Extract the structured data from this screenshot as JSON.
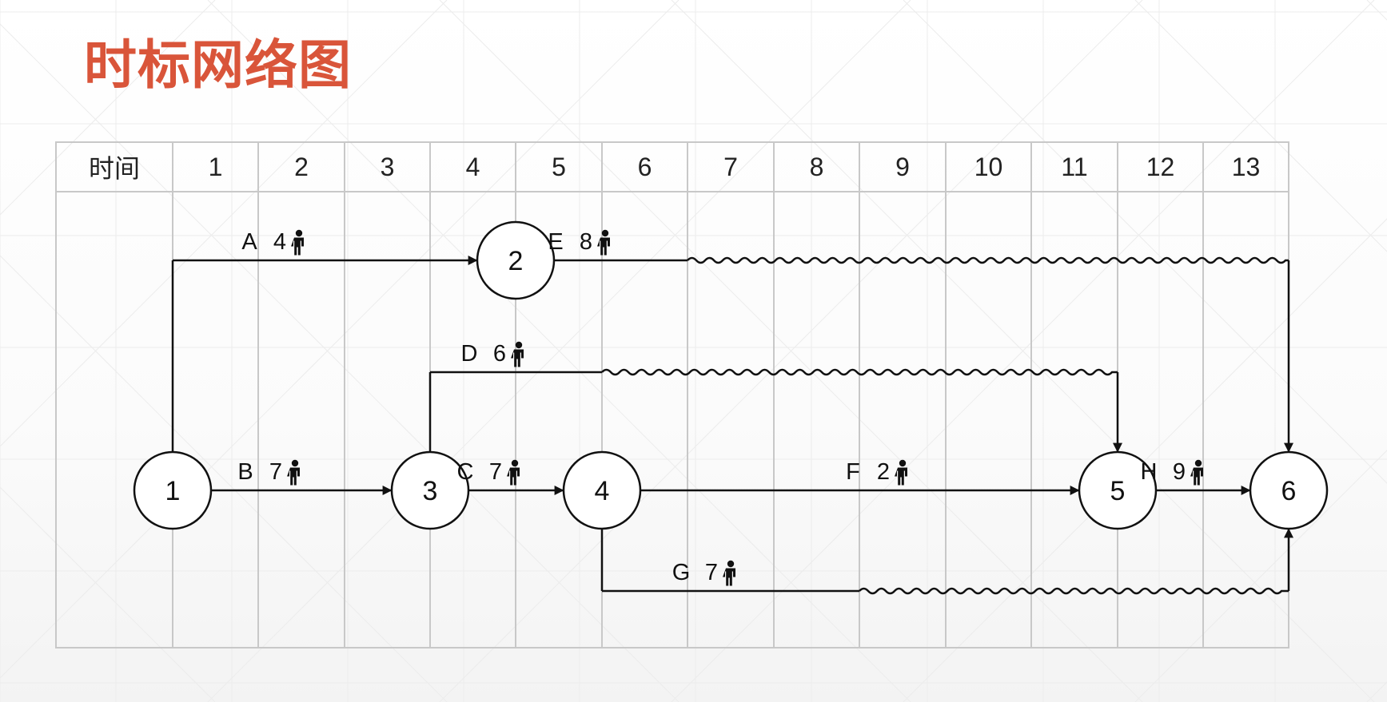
{
  "title": "时标网络图",
  "colors": {
    "title": "#d9553a",
    "grid": "#c8c8c8",
    "arrow": "#111111"
  },
  "header": {
    "time_label": "时间",
    "periods": [
      "1",
      "2",
      "3",
      "4",
      "5",
      "6",
      "7",
      "8",
      "9",
      "10",
      "11",
      "12",
      "13"
    ]
  },
  "nodes": [
    {
      "id": "1",
      "label": "1"
    },
    {
      "id": "2",
      "label": "2"
    },
    {
      "id": "3",
      "label": "3"
    },
    {
      "id": "4",
      "label": "4"
    },
    {
      "id": "5",
      "label": "5"
    },
    {
      "id": "6",
      "label": "6"
    }
  ],
  "activities": [
    {
      "name": "A",
      "resource": "4",
      "icon": "person-icon",
      "from": "1",
      "to": "2",
      "duration": 4,
      "free_float": 0
    },
    {
      "name": "B",
      "resource": "7",
      "icon": "person-icon",
      "from": "1",
      "to": "3",
      "duration": 3,
      "free_float": 0
    },
    {
      "name": "C",
      "resource": "7",
      "icon": "person-icon",
      "from": "3",
      "to": "4",
      "duration": 2,
      "free_float": 0
    },
    {
      "name": "D",
      "resource": "6",
      "icon": "person-icon",
      "from": "3",
      "to": "5",
      "duration": 2,
      "free_float": 6
    },
    {
      "name": "E",
      "resource": "8",
      "icon": "person-icon",
      "from": "2",
      "to": "6",
      "duration": 2,
      "free_float": 7
    },
    {
      "name": "F",
      "resource": "2",
      "icon": "person-icon",
      "from": "4",
      "to": "5",
      "duration": 6,
      "free_float": 0
    },
    {
      "name": "G",
      "resource": "7",
      "icon": "person-icon",
      "from": "4",
      "to": "6",
      "duration": 3,
      "free_float": 5
    },
    {
      "name": "H",
      "resource": "9",
      "icon": "person-icon",
      "from": "5",
      "to": "6",
      "duration": 2,
      "free_float": 0
    }
  ]
}
